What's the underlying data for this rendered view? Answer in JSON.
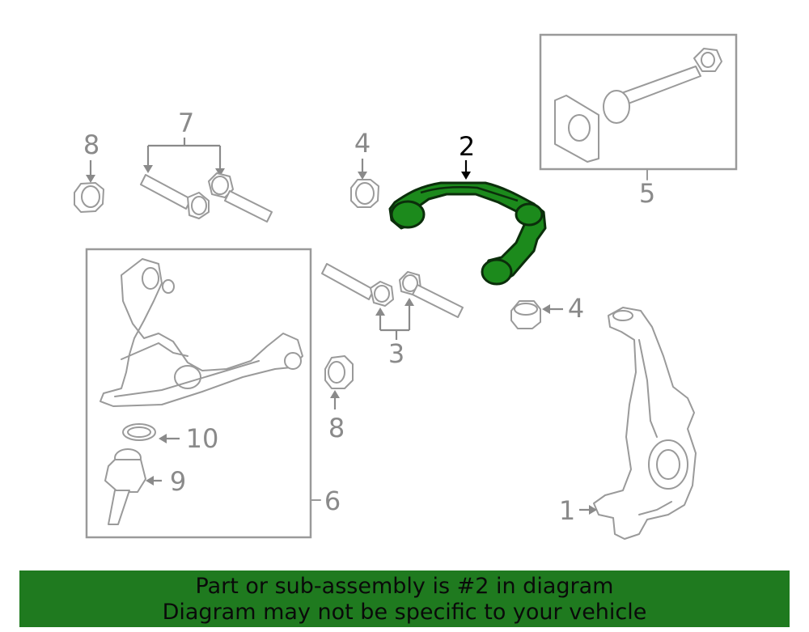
{
  "callouts": {
    "c1": "1",
    "c2": "2",
    "c3": "3",
    "c4a": "4",
    "c4b": "4",
    "c5": "5",
    "c6": "6",
    "c7": "7",
    "c8a": "8",
    "c8b": "8",
    "c9": "9",
    "c10": "10"
  },
  "banner": {
    "line1": "Part or sub-assembly is #2 in diagram",
    "line2": "Diagram may not be specific to your vehicle"
  },
  "colors": {
    "highlight": "#1c8a1c",
    "banner": "#1f7a1f",
    "linework": "#9a9a9a"
  }
}
